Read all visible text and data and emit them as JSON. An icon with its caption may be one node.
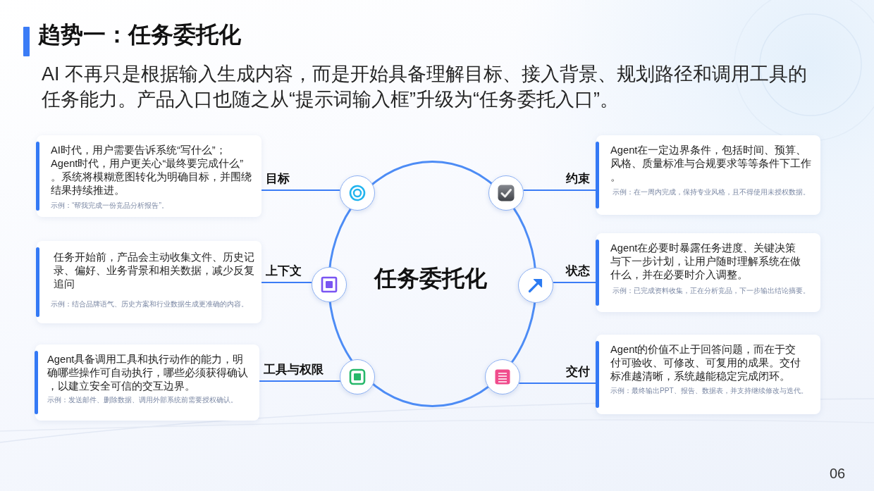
{
  "diagram": {
    "title": "趋势一：任务委托化",
    "nodes": [
      {
        "text": [
          "任务委托化"
        ]
      },
      {
        "text": [
          "AI时代，用户需要告诉系统“写什么”；Agent时代，用户更关心“最终要完成什么”。系统将模糊意图转化为明确目标，并围绕结果持续推进。",
          "示例：“帮我完成一份竞品分析报告”。"
        ]
      },
      {
        "text": [
          "任务开始前，产品会主动收集文件、历史记录、偏好、业务背景和相关数据，减少反复追问",
          "示例：结合品牌语气、历史方案和行业数据生成更准确的内容。"
        ]
      },
      {
        "text": [
          "Agent具备调用工具和执行动作的能力，明确哪些操作可自动执行，哪些必须获得确认，以建立安全可信的交互边界。",
          "示例：发送邮件、删除数据、调用外部系统前需要授权确认。"
        ]
      },
      {
        "text": [
          "Agent在一定边界条件，包括时间、预算、风格、质量标准与合规要求等等条件下工作。",
          "示例：在一周内完成，保持专业风格，且不得使用未授权数据。"
        ]
      },
      {
        "text": [
          "Agent在必要时暴露任务进度、关键决策与下一步计划，让用户随时理解系统在做什么，并在必要时介入调整。",
          "示例：已完成资料收集，正在分析竞品，下一步输出结论摘要。"
        ]
      },
      {
        "text": [
          "Agent的价值不止于回答问题，而在于交付可验收、可修改、可复用的成果。交付标准越清晰，系统越能稳定完成闭环。",
          "示例：最终输出PPT、报告、数据表，并支持继续修改与迭代。"
        ]
      },
      {
        "text": [],
        "shape": "circle"
      },
      {
        "text": [],
        "shape": "circle"
      },
      {
        "text": [],
        "shape": "circle"
      },
      {
        "text": [],
        "shape": "circle"
      },
      {
        "text": [],
        "shape": "circle"
      },
      {
        "text": [],
        "shape": "circle"
      }
    ],
    "edges": [
      {
        "from": 7,
        "to": 1,
        "arrow": "none",
        "label": "目标"
      },
      {
        "from": 8,
        "to": 2,
        "arrow": "none",
        "label": "上下文"
      },
      {
        "from": 9,
        "to": 3,
        "arrow": "none",
        "label": "工具与权限"
      },
      {
        "from": 10,
        "to": 4,
        "arrow": "none",
        "label": "约束"
      },
      {
        "from": 11,
        "to": 5,
        "arrow": "none",
        "label": "状态"
      },
      {
        "from": 12,
        "to": 6,
        "arrow": "none",
        "label": "交付"
      }
    ],
    "labels": [
      "AI 不再只是根据输入生成内容，而是开始具备理解目标、接入背景、规划路径和调用工具的任务能力。产品入口也随之从“提示词输入框”升级为“任务委托入口”。",
      "06"
    ]
  }
}
